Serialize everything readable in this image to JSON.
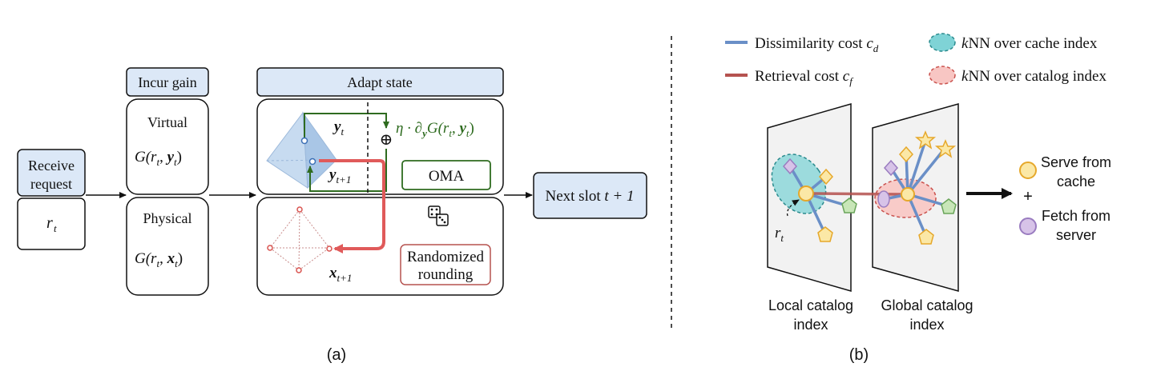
{
  "panel_a": {
    "caption": "(a)",
    "receive_request": {
      "title_line1": "Receive",
      "title_line2": "request",
      "var": "r",
      "var_sub": "t"
    },
    "incur_gain": {
      "header": "Incur gain",
      "virtual_label": "Virtual",
      "virtual_expr_prefix": "G(r",
      "virtual_expr_sub1": "t",
      "virtual_expr_comma": ", ",
      "virtual_expr_vec": "y",
      "virtual_expr_sub2": "t",
      "virtual_expr_close": ")",
      "physical_label": "Physical",
      "physical_expr_prefix": "G(r",
      "physical_expr_sub1": "t",
      "physical_expr_comma": ", ",
      "physical_expr_vec": "x",
      "physical_expr_sub2": "t",
      "physical_expr_close": ")"
    },
    "adapt_state": {
      "header": "Adapt state",
      "y_t_vec": "y",
      "y_t_sub": "t",
      "y_t1_vec": "y",
      "y_t1_sub": "t+1",
      "x_t1_vec": "x",
      "x_t1_sub": "t+1",
      "oplus": "⊕",
      "gradient_prefix": "η · ∂",
      "gradient_sub": "y",
      "gradient_mid": "G(r",
      "gradient_sub_t": "t",
      "gradient_comma": ", ",
      "gradient_vec": "y",
      "gradient_sub_t2": "t",
      "gradient_close": ")",
      "oma_label": "OMA",
      "rounding_line1": "Randomized",
      "rounding_line2": "rounding",
      "dice_icon": "dice-icon"
    },
    "next_slot": {
      "label": "Next slot ",
      "expr": "t + 1"
    },
    "colors": {
      "header_fill": "#dce8f7",
      "green": "#2e6b1f",
      "red": "#e05a5a",
      "pink_node": "#d9534f",
      "blue_tetra": "#c7dbf0"
    }
  },
  "panel_b": {
    "caption": "(b)",
    "legend": {
      "dissimilarity_label": "Dissimilarity cost ",
      "dissimilarity_var": "c",
      "dissimilarity_sub": "d",
      "retrieval_label": "Retrieval cost ",
      "retrieval_var": "c",
      "retrieval_sub": "f",
      "knn_cache_k": "k",
      "knn_cache_label": "NN over cache index",
      "knn_catalog_k": "k",
      "knn_catalog_label": "NN over catalog index"
    },
    "local_index_line1": "Local catalog",
    "local_index_line2": "index",
    "global_index_line1": "Global catalog",
    "global_index_line2": "index",
    "request_var": "r",
    "request_sub": "t",
    "serve_line1": "Serve from",
    "serve_line2": "cache",
    "plus": "+",
    "fetch_line1": "Fetch from",
    "fetch_line2": "server",
    "colors": {
      "blue_edge": "#6a8fc7",
      "red_edge": "#b5524f",
      "teal_fill": "#7fd3d6",
      "pink_fill": "#f8c6c3",
      "yellow_node": "#fbe8a6",
      "yellow_stroke": "#e6a82b",
      "purple_node": "#d7c3e8",
      "purple_stroke": "#9a7cc0",
      "green_node": "#c8e6b8",
      "green_stroke": "#6aa55a",
      "plane_fill": "#f2f2f2"
    }
  }
}
